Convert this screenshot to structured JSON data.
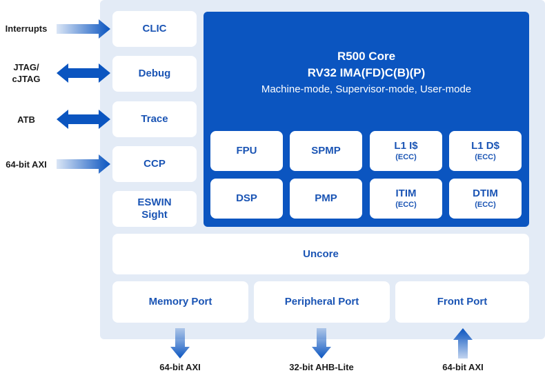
{
  "left_blocks": {
    "clic": "CLIC",
    "debug": "Debug",
    "trace": "Trace",
    "ccp": "CCP",
    "eswin_line1": "ESWIN",
    "eswin_line2": "Sight"
  },
  "core": {
    "title": "R500 Core",
    "isa": "RV32 IMA(FD)C(B)(P)",
    "modes": "Machine-mode, Supervisor-mode, User-mode",
    "units": {
      "fpu": "FPU",
      "spmp": "SPMP",
      "l1i": "L1 I$",
      "l1i_sub": "(ECC)",
      "l1d": "L1 D$",
      "l1d_sub": "(ECC)",
      "dsp": "DSP",
      "pmp": "PMP",
      "itim": "ITIM",
      "itim_sub": "(ECC)",
      "dtim": "DTIM",
      "dtim_sub": "(ECC)"
    }
  },
  "uncore": "Uncore",
  "ports": {
    "memory": "Memory Port",
    "peripheral": "Peripheral Port",
    "front": "Front Port"
  },
  "external": {
    "interrupts": "Interrupts",
    "jtag_line1": "JTAG/",
    "jtag_line2": "cJTAG",
    "atb": "ATB",
    "axi_left": "64-bit AXI",
    "memory_bus": "64-bit AXI",
    "peripheral_bus": "32-bit AHB-Lite",
    "front_bus": "64-bit AXI"
  },
  "colors": {
    "core_blue": "#0b55c0",
    "text_blue": "#1a54b4",
    "panel": "#e3ebf6"
  }
}
